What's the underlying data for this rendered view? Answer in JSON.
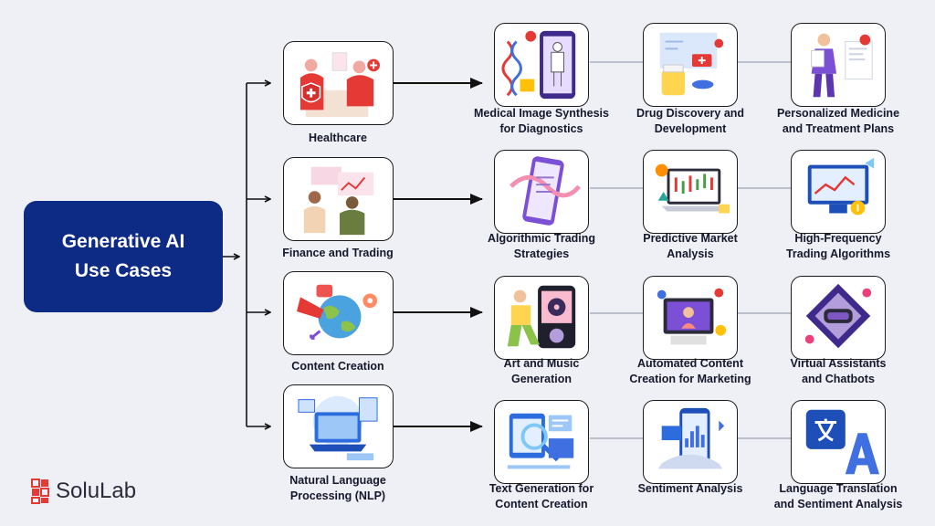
{
  "root": {
    "line1": "Generative AI",
    "line2": "Use Cases"
  },
  "categories": [
    {
      "label": "Healthcare",
      "icon": "healthcare-illustration",
      "uses": [
        {
          "l1": "Medical Image Synthesis",
          "l2": "for Diagnostics",
          "icon": "medical-imaging-illustration"
        },
        {
          "l1": "Drug Discovery and",
          "l2": "Development",
          "icon": "drug-discovery-illustration"
        },
        {
          "l1": "Personalized Medicine",
          "l2": "and Treatment Plans",
          "icon": "doctor-illustration"
        }
      ]
    },
    {
      "label": "Finance and Trading",
      "icon": "finance-illustration",
      "uses": [
        {
          "l1": "Algorithmic Trading",
          "l2": "Strategies",
          "icon": "trading-phone-illustration"
        },
        {
          "l1": "Predictive Market",
          "l2": "Analysis",
          "icon": "market-chart-illustration"
        },
        {
          "l1": "High-Frequency",
          "l2": "Trading Algorithms",
          "icon": "monitor-chart-illustration"
        }
      ]
    },
    {
      "label": "Content Creation",
      "icon": "content-globe-illustration",
      "uses": [
        {
          "l1": "Art and Music",
          "l2": "Generation",
          "icon": "music-illustration"
        },
        {
          "l1": "Automated Content",
          "l2": "Creation for Marketing",
          "icon": "marketing-illustration"
        },
        {
          "l1": "Virtual Assistants",
          "l2": "and Chatbots",
          "icon": "vr-assistant-illustration"
        }
      ]
    },
    {
      "label": "Natural Language",
      "label2": "Processing (NLP)",
      "icon": "nlp-laptop-illustration",
      "uses": [
        {
          "l1": "Text Generation for",
          "l2": "Content Creation",
          "icon": "text-generation-illustration"
        },
        {
          "l1": "Sentiment Analysis",
          "l2": "",
          "icon": "sentiment-illustration"
        },
        {
          "l1": "Language Translation",
          "l2": "and Sentiment Analysis",
          "icon": "translation-illustration"
        }
      ]
    }
  ],
  "logo": {
    "text": "SoluLab",
    "icon": "solulab-logo-icon"
  },
  "colors": {
    "root_bg": "#0d2a85",
    "bg": "#eef0f6",
    "accent_red": "#e53935",
    "accent_blue": "#3f6fe0",
    "accent_purple": "#7b4fd6"
  }
}
